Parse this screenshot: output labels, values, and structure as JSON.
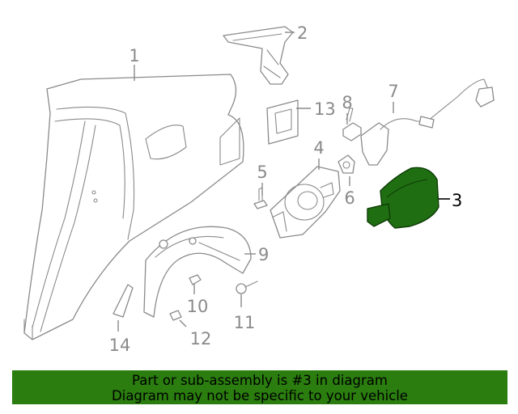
{
  "diagram": {
    "highlight_color": "#1f6f12",
    "line_color": "#8a8a8a",
    "highlighted_part": "3",
    "callouts": [
      "1",
      "2",
      "3",
      "4",
      "5",
      "6",
      "7",
      "8",
      "9",
      "10",
      "11",
      "12",
      "13",
      "14"
    ]
  },
  "banner": {
    "background": "#2a7d0e",
    "line1": "Part or sub-assembly is #3 in diagram",
    "line2": "Diagram may not be specific to your vehicle"
  }
}
